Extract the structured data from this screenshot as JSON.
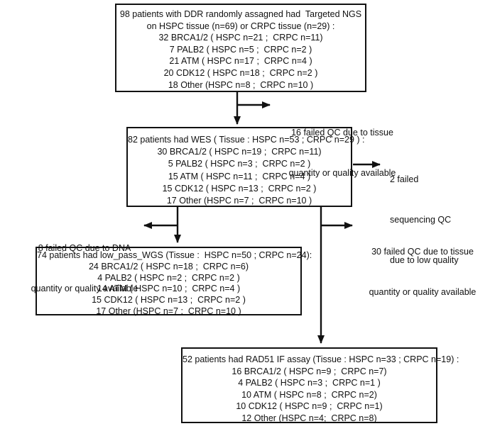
{
  "colors": {
    "ink": "#111111",
    "background": "#ffffff"
  },
  "boxes": [
    {
      "id": "targeted-ngs",
      "lines": [
        "98 patients with DDR randomly assagned had  Targeted NGS",
        "on HSPC tissue (n=69) or CRPC tissue (n=29) :",
        "32 BRCA1/2 ( HSPC n=21 ;  CRPC n=11)",
        "7 PALB2 ( HSPC n=5 ;  CRPC n=2 )",
        "21 ATM ( HSPC n=17 ;  CRPC n=4 )",
        "20 CDK12 ( HSPC n=18 ;  CRPC n=2 )",
        "18 Other (HSPC n=8 ;  CRPC n=10 )"
      ]
    },
    {
      "id": "wes",
      "lines": [
        "82 patients had WES ( Tissue : HSPC n=53 ; CRPC n=29 ) :",
        "30 BRCA1/2 ( HSPC n=19 ;  CRPC n=11)",
        "5 PALB2 ( HSPC n=3 ;  CRPC n=2 )",
        "15 ATM ( HSPC n=11 ;  CRPC n=4 )",
        "15 CDK12 ( HSPC n=13 ;  CRPC n=2 )",
        "17 Other (HSPC n=7 ;  CRPC n=10 )"
      ]
    },
    {
      "id": "low-pass-wgs",
      "lines": [
        "74 patients had low_pass_WGS (Tissue :  HSPC n=50 ; CRPC n=24):",
        "24 BRCA1/2 ( HSPC n=18 ;  CRPC n=6)",
        "4 PALB2 ( HSPC n=2 ;  CRPC n=2 )",
        "14 ATM ( HSPC n=10 ;  CRPC n=4 )",
        "15 CDK12 ( HSPC n=13 ;  CRPC n=2 )",
        "17 Other (HSPC n=7 ;  CRPC n=10 )"
      ]
    },
    {
      "id": "rad51-if-assay",
      "lines": [
        "52 patients had RAD51 IF assay (Tissue : HSPC n=33 ; CRPC n=19) :",
        "16 BRCA1/2 ( HSPC n=9 ;  CRPC n=7)",
        "4 PALB2 ( HSPC n=3 ;  CRPC n=1 )",
        "10 ATM ( HSPC n=8 ;  CRPC n=2)",
        "10 CDK12 ( HSPC n=9 ;  CRPC n=1)",
        "12 Other (HSPC n=4;  CRPC n=8)"
      ]
    }
  ],
  "labels": [
    {
      "id": "failed-16",
      "lines": [
        "16 failed QC due to tissue",
        "quantity or quality available"
      ]
    },
    {
      "id": "failed-2",
      "lines": [
        "2 failed",
        "sequencing QC",
        "due to low quality"
      ]
    },
    {
      "id": "failed-8",
      "lines": [
        "8 failed QC due to DNA",
        "quantity or quality available"
      ]
    },
    {
      "id": "failed-30",
      "lines": [
        "30 failed QC due to tissue",
        "quantity or quality available"
      ]
    }
  ]
}
